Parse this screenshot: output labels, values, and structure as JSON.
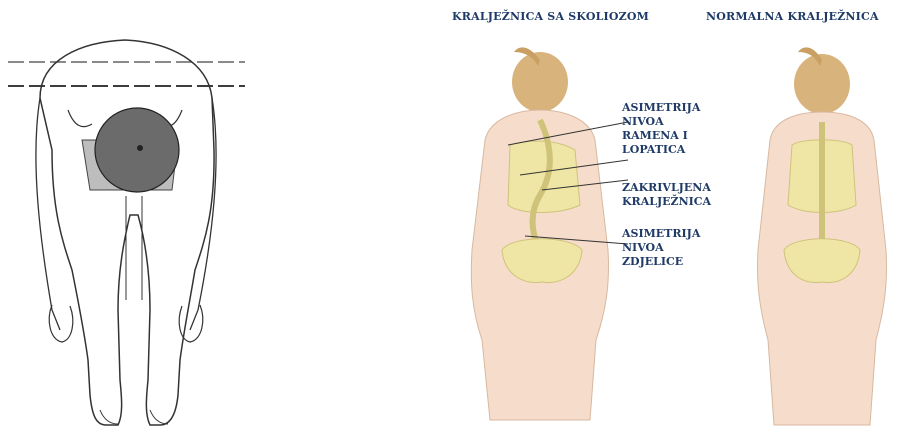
{
  "headings": {
    "scoliosis": "KRALJEŽNICA SA SKOLIOZOM",
    "normal": "NORMALNA KRALJEŽNICA"
  },
  "callouts": {
    "shoulder": [
      "ASIMETRIJA",
      "NIVOA",
      "RAMENA I",
      "LOPATICA"
    ],
    "spine": [
      "ZAKRIVLJENA",
      "KRALJEŽNICA"
    ],
    "pelvis": [
      "ASIMETRIJA",
      "NIVOA",
      "ZDJELICE"
    ]
  },
  "colors": {
    "label": "#1f3a66",
    "skin": "#f6dcca",
    "hair": "#d8b37c",
    "bone": "#efe6a6",
    "outline": "#333333",
    "hump": "#6b6b6b"
  }
}
